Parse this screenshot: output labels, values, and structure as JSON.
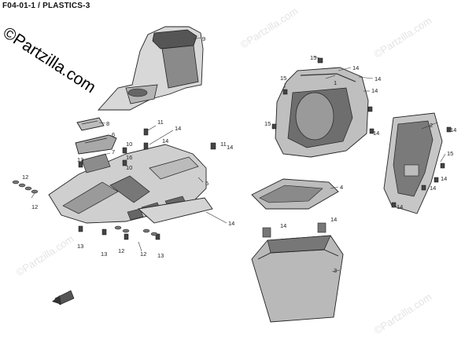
{
  "title": "F04-01-1 / PLASTICS-3",
  "watermark": "©Partzilla.com",
  "callouts": [
    {
      "id": "c9",
      "label": "9"
    },
    {
      "id": "c8",
      "label": "8"
    },
    {
      "id": "c6",
      "label": "6"
    },
    {
      "id": "c7",
      "label": "7"
    },
    {
      "id": "c10a",
      "label": "10"
    },
    {
      "id": "c10b",
      "label": "10"
    },
    {
      "id": "c11a",
      "label": "11"
    },
    {
      "id": "c11b",
      "label": "11"
    },
    {
      "id": "c16",
      "label": "16"
    },
    {
      "id": "c14a",
      "label": "14"
    },
    {
      "id": "c14b",
      "label": "14"
    },
    {
      "id": "c14c",
      "label": "14"
    },
    {
      "id": "c14d",
      "label": "14"
    },
    {
      "id": "c13a",
      "label": "13"
    },
    {
      "id": "c13b",
      "label": "13"
    },
    {
      "id": "c13c",
      "label": "13"
    },
    {
      "id": "c13d",
      "label": "13"
    },
    {
      "id": "c12a",
      "label": "12"
    },
    {
      "id": "c12b",
      "label": "12"
    },
    {
      "id": "c12c",
      "label": "12"
    },
    {
      "id": "c12d",
      "label": "12"
    },
    {
      "id": "c5",
      "label": "5"
    },
    {
      "id": "c15a",
      "label": "15"
    },
    {
      "id": "c15b",
      "label": "15"
    },
    {
      "id": "c1",
      "label": "1"
    },
    {
      "id": "c14e",
      "label": "14"
    },
    {
      "id": "c14f",
      "label": "14"
    },
    {
      "id": "c14g",
      "label": "14"
    },
    {
      "id": "c14h",
      "label": "14"
    },
    {
      "id": "c15c",
      "label": "15"
    },
    {
      "id": "c15d",
      "label": "15"
    },
    {
      "id": "c2",
      "label": "2"
    },
    {
      "id": "c14i",
      "label": "14"
    },
    {
      "id": "c14j",
      "label": "14"
    },
    {
      "id": "c14k",
      "label": "14"
    },
    {
      "id": "c14l",
      "label": "14"
    },
    {
      "id": "c4",
      "label": "4"
    },
    {
      "id": "c14m",
      "label": "14"
    },
    {
      "id": "c14n",
      "label": "14"
    },
    {
      "id": "c3",
      "label": "3"
    }
  ]
}
